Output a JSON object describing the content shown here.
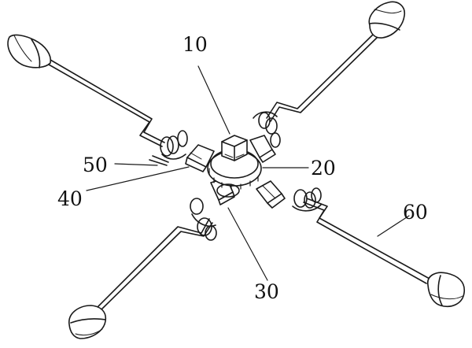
{
  "labels": {
    "hub": "10",
    "gear_ring": "20",
    "joint_lower": "30",
    "motor_housing": "40",
    "joint_left": "50",
    "arm": "60"
  },
  "colors": {
    "line": "#1a1a1a",
    "background": "#ffffff",
    "shade": "#6b6b6b"
  }
}
